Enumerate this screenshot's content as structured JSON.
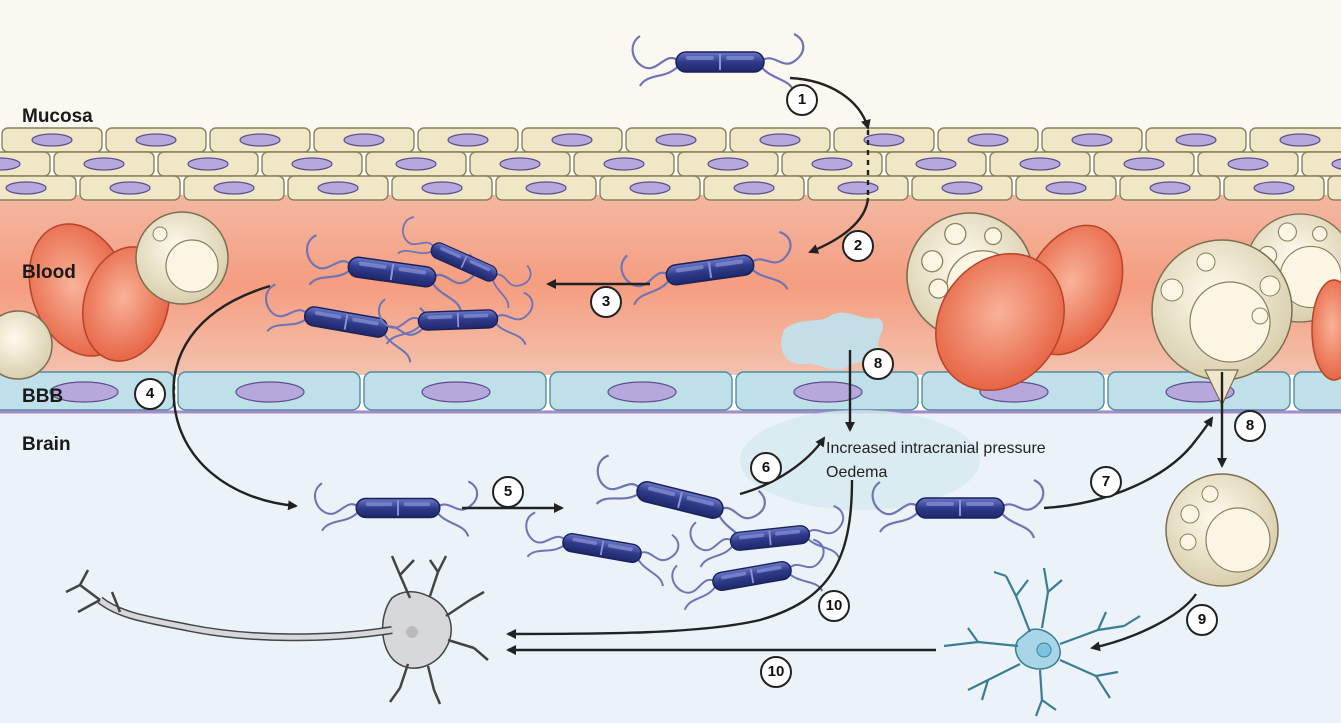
{
  "regions": {
    "mucosa": "Mucosa",
    "blood": "Blood",
    "bbb": "BBB",
    "brain": "Brain"
  },
  "annotations": {
    "pressure": "Increased intracranial pressure",
    "oedema": "Oedema"
  },
  "steps": [
    "1",
    "2",
    "3",
    "4",
    "5",
    "6",
    "7",
    "8",
    "8",
    "9",
    "10",
    "10"
  ],
  "colors": {
    "mucosa_cell": "#efe7c6",
    "cell_nucleus": "#b6a8dc",
    "blood": "#f4a98c",
    "red_blood_cell": "#ee7b5c",
    "bbb_cell": "#bfe0e8",
    "brain": "#ebf3f8",
    "bacterium": "#35408f",
    "flagella": "#6f74b4",
    "leukocyte": "#f2ead3",
    "neuron": "#d6d8dc",
    "astrocyte": "#9fd1e2"
  },
  "icons": [
    "bacterium-icon",
    "red-blood-cell-icon",
    "leukocyte-icon",
    "neuron-icon",
    "astrocyte-icon"
  ]
}
